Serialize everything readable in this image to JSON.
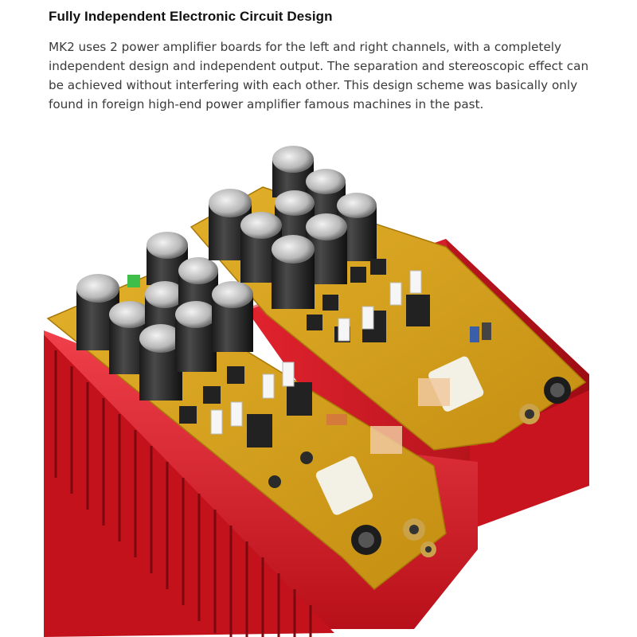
{
  "section": {
    "title": "Fully Independent Electronic Circuit Design",
    "paragraph": "MK2 uses 2 power amplifier boards for the left and right channels, with a completely independent design and independent output. The separation and stereoscopic effect can be achieved without interfering with each other. This design scheme was basically only found in foreign high-end power amplifier famous machines in the past."
  },
  "photo": {
    "subject": "two amplifier circuit boards on red heatsinks",
    "colors": {
      "heatsink": "#d8202a",
      "pcb": "#d6a11c",
      "capacitor": "#2b2b2b",
      "background": "#ffffff"
    }
  }
}
